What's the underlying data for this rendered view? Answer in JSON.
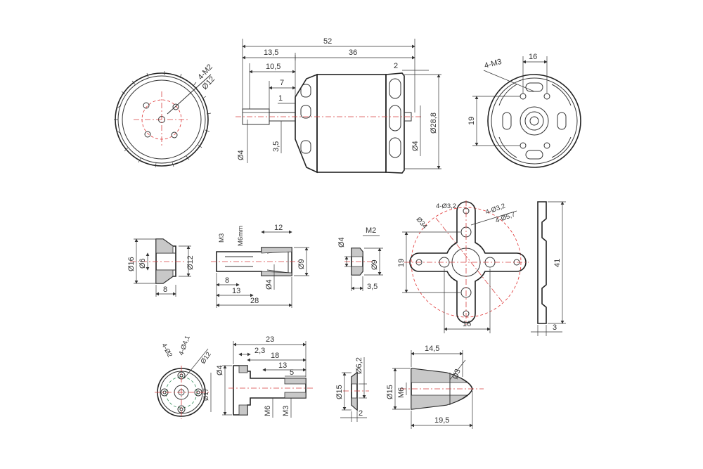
{
  "colors": {
    "line": "#333333",
    "centerline": "#d64040",
    "hatch": "#c8c8c8",
    "accent_green": "#2e8b57"
  },
  "motor": {
    "front": {
      "holes": "4-M2",
      "bolt_circle": "Ø12"
    },
    "side": {
      "overall": "52",
      "body": "36",
      "shaft_ext": "13,5",
      "to_mount": "10,5",
      "dim7": "7",
      "dim1": "1",
      "dim2": "2",
      "shaft_d": "Ø4",
      "flat": "3,5",
      "rear_shaft_d": "Ø4",
      "body_d": "Ø28,8"
    },
    "rear": {
      "holes": "4-M3",
      "spacing_h": "16",
      "spacing_v": "19"
    }
  },
  "collet": {
    "d_outer": "Ø16",
    "d_bore": "Ø6",
    "d_shoulder": "Ø12",
    "length": "8"
  },
  "shaft_adapter": {
    "m3": "M3",
    "m6": "M6mm",
    "len12": "12",
    "d9": "Ø9",
    "d4": "Ø4",
    "len8": "8",
    "len13": "13",
    "len28": "28"
  },
  "nut": {
    "d4": "Ø4",
    "m2": "M2",
    "d9": "Ø9",
    "thick": "3,5"
  },
  "x_mount": {
    "holes_small": "4-Ø3,2",
    "holes_inner": "4-Ø3,2",
    "holes_outer": "4-Ø5,7",
    "circle": "Ø34",
    "height": "19",
    "width": "16",
    "side_len": "41",
    "side_thick": "3"
  },
  "prop_adapter_face": {
    "holes_a": "4-Ø2",
    "holes_b": "4-Ø4,1",
    "d12": "Ø12",
    "d17": "Ø17"
  },
  "prop_adapter_side": {
    "overall": "23",
    "dim23": "2,3",
    "dim18": "18",
    "dim13": "13",
    "dim5": "5",
    "d4": "Ø4",
    "m6": "M6",
    "m3": "M3"
  },
  "washer": {
    "d6": "Ø6,2",
    "d15": "Ø15",
    "thick": "2"
  },
  "spinner": {
    "len": "14,5",
    "d3": "Ø3",
    "d15": "Ø15",
    "m6": "M6",
    "total": "19,5"
  }
}
